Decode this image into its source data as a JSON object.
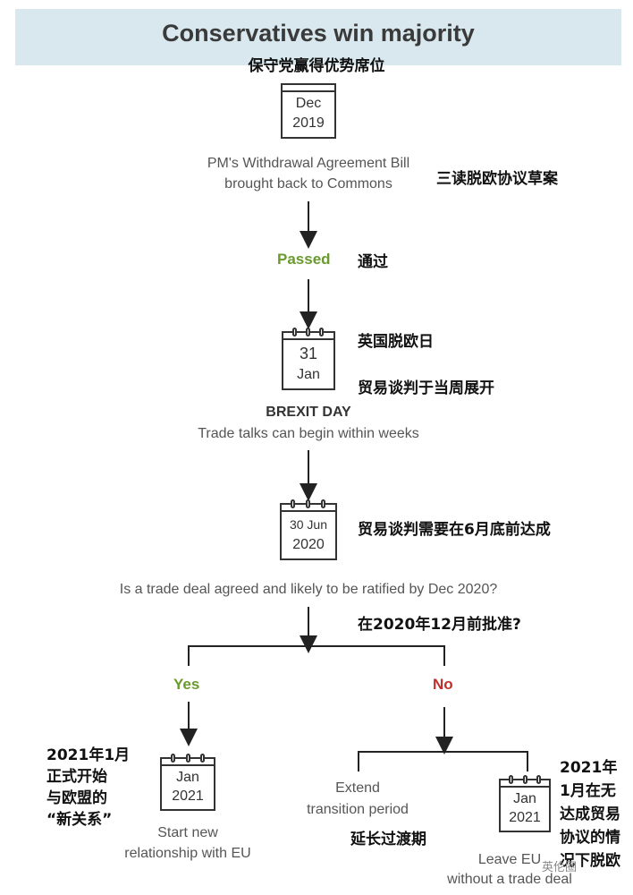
{
  "title": "Conservatives win majority",
  "title_zh": "保守党赢得优势席位",
  "step1": {
    "cal_line1": "Dec",
    "cal_line2": "2019",
    "desc_line1": "PM's Withdrawal Agreement Bill",
    "desc_line2": "brought back to Commons",
    "zh": "三读脱欧协议草案"
  },
  "passed": {
    "label": "Passed",
    "zh": "通过"
  },
  "step2": {
    "cal_line1": "31",
    "cal_line2": "Jan",
    "zh1": "英国脱欧日",
    "zh2": "贸易谈判于当周展开",
    "heading": "BREXIT DAY",
    "desc": "Trade talks can begin within weeks"
  },
  "step3": {
    "cal_line1": "30 Jun",
    "cal_line2": "2020",
    "zh": "贸易谈判需要在6月底前达成",
    "question": "Is a trade deal agreed and likely to be ratified by Dec 2020?",
    "question_zh": "在2020年12月前批准?"
  },
  "yes": {
    "label": "Yes",
    "cal_line1": "Jan",
    "cal_line2": "2021",
    "zh_lines": [
      "2021年1月",
      "正式开始",
      "与欧盟的",
      "“新关系”"
    ],
    "desc_line1": "Start new",
    "desc_line2": "relationship with EU"
  },
  "no": {
    "label": "No",
    "extend_line1": "Extend",
    "extend_line2": "transition period",
    "extend_zh": "延长过渡期",
    "cal_line1": "Jan",
    "cal_line2": "2021",
    "zh_lines": [
      "2021年",
      "1月在无",
      "达成贸易",
      "协议的情",
      "况下脱欧"
    ],
    "desc_line1": "Leave EU",
    "desc_line2": "without a trade deal"
  },
  "watermark": "英伦圈"
}
